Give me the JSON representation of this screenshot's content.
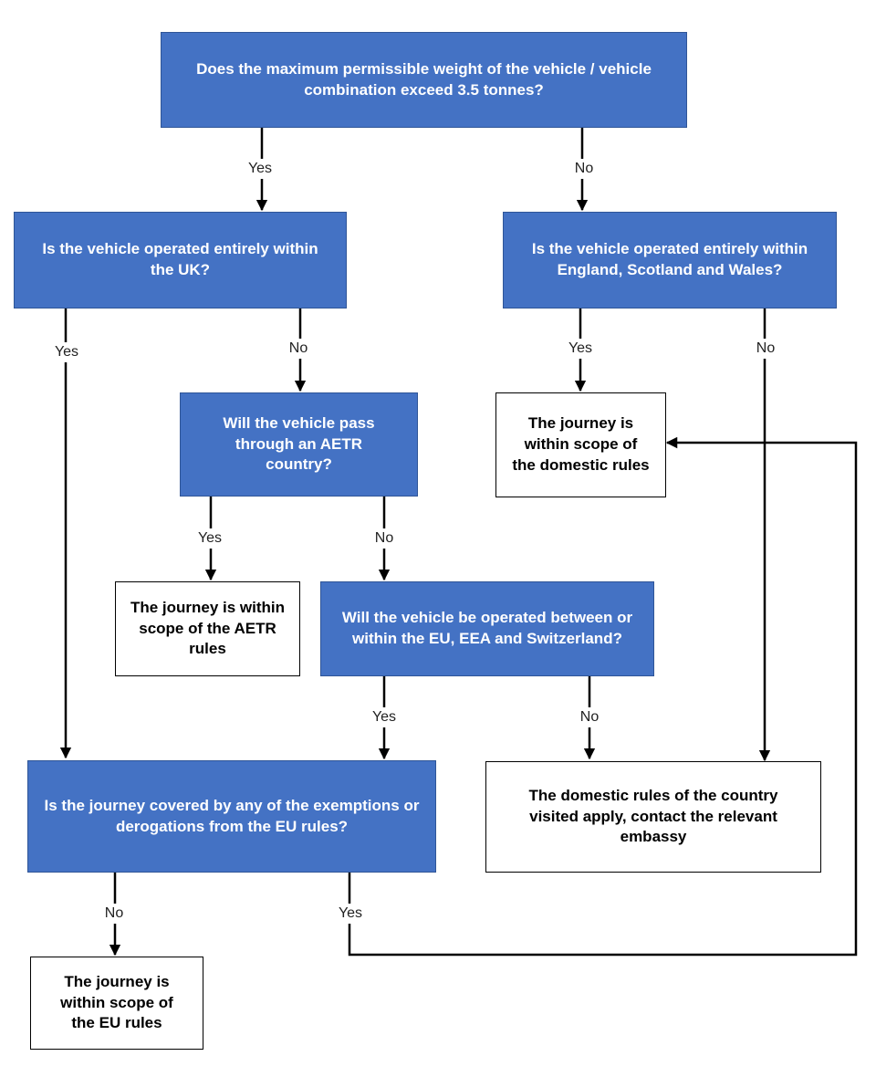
{
  "nodes": {
    "q_weight": "Does the maximum permissible weight of the vehicle / vehicle combination exceed 3.5 tonnes?",
    "q_uk": "Is the vehicle operated entirely within the UK?",
    "q_gb": "Is the vehicle operated entirely within England, Scotland and Wales?",
    "q_aetr": "Will the vehicle pass through an AETR country?",
    "r_domestic": "The journey is within scope of the domestic rules",
    "r_aetr": "The journey is within scope of the AETR rules",
    "q_eu": "Will the vehicle be operated between or within the EU, EEA and Switzerland?",
    "q_exempt": "Is the journey covered by any of the exemptions or derogations from the EU rules?",
    "r_country": "The domestic rules of the country visited apply, contact the relevant embassy",
    "r_eu": "The journey is within scope of the EU rules"
  },
  "labels": {
    "yes": "Yes",
    "no": "No"
  },
  "colors": {
    "question_fill": "#4472c4",
    "result_fill": "#ffffff",
    "connector": "#000000"
  }
}
